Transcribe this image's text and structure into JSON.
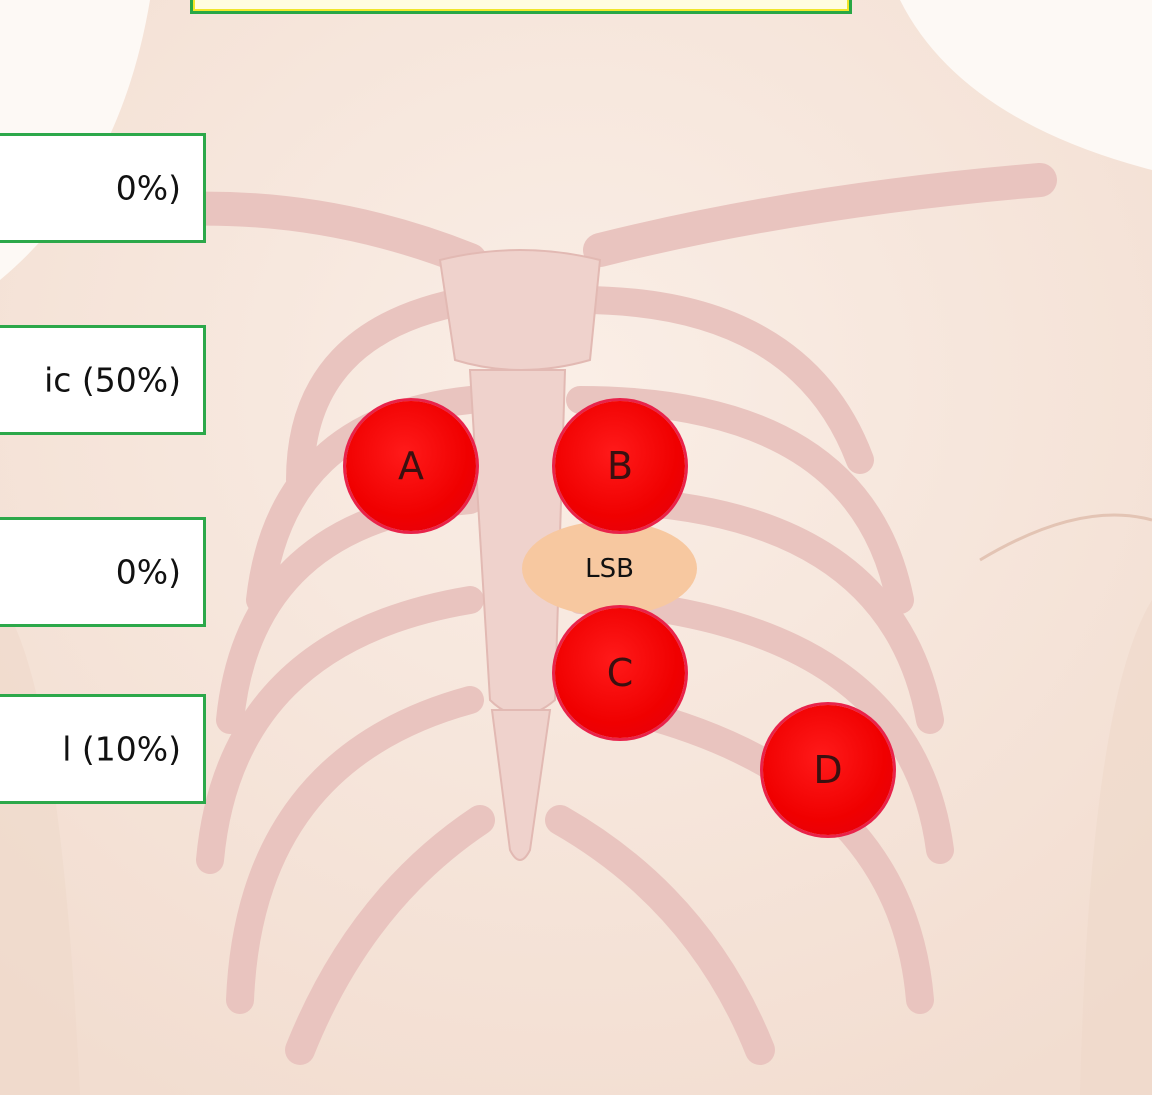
{
  "answers": [
    {
      "id": "a",
      "text": "0%)"
    },
    {
      "id": "b",
      "text": "ic (50%)"
    },
    {
      "id": "c",
      "text": "0%)"
    },
    {
      "id": "d",
      "text": "l (10%)"
    }
  ],
  "markers": [
    {
      "id": "a",
      "label": "A"
    },
    {
      "id": "b",
      "label": "B"
    },
    {
      "id": "c",
      "label": "C"
    },
    {
      "id": "d",
      "label": "D"
    }
  ],
  "landmark": {
    "label": "LSB"
  },
  "colors": {
    "marker_fill": "#f00000",
    "marker_ring": "#e8234a",
    "box_border": "#2ca84a",
    "title_fill": "#fffde0",
    "lsb_fill": "#f7c8a0",
    "bone": "#efd2cc"
  }
}
